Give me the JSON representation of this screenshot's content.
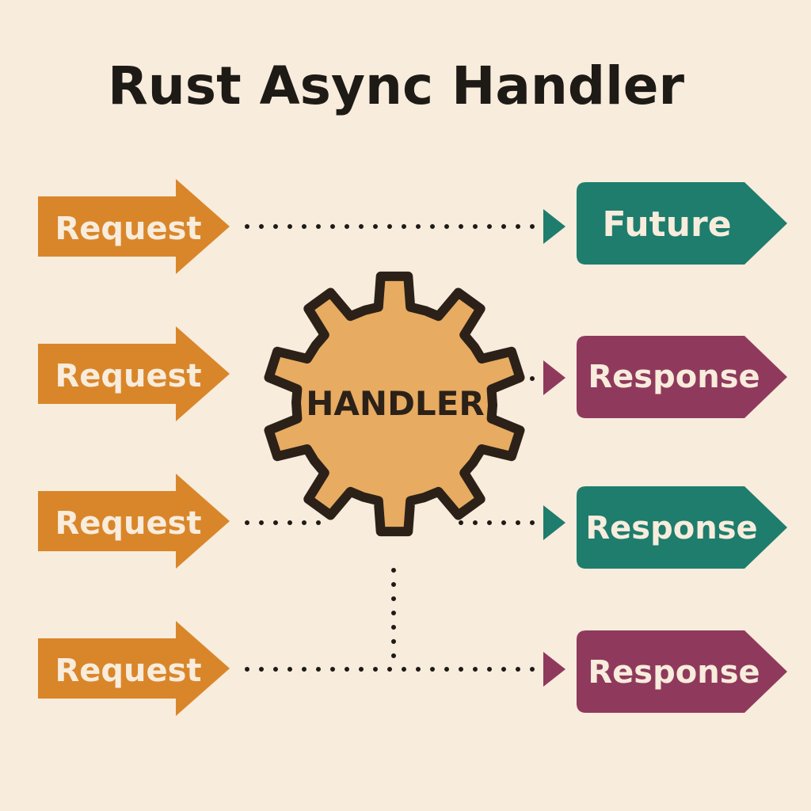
{
  "title": "Rust Async Handler",
  "handler": {
    "label": "HANDLER"
  },
  "requests": [
    {
      "label": "Request"
    },
    {
      "label": "Request"
    },
    {
      "label": "Request"
    },
    {
      "label": "Request"
    }
  ],
  "outputs": [
    {
      "label": "Future",
      "color": "#1e7d6d"
    },
    {
      "label": "Response",
      "color": "#8f3a5c"
    },
    {
      "label": "Response",
      "color": "#1e7d6d"
    },
    {
      "label": "Response",
      "color": "#8f3a5c"
    }
  ],
  "colors": {
    "background": "#f8ecdc",
    "request_arrow": "#d9862a",
    "gear_fill": "#e7ab61",
    "gear_stroke": "#2b2118",
    "text_dark": "#1e1a16",
    "text_light": "#f8ecdc",
    "dots": "#1e1a16"
  }
}
